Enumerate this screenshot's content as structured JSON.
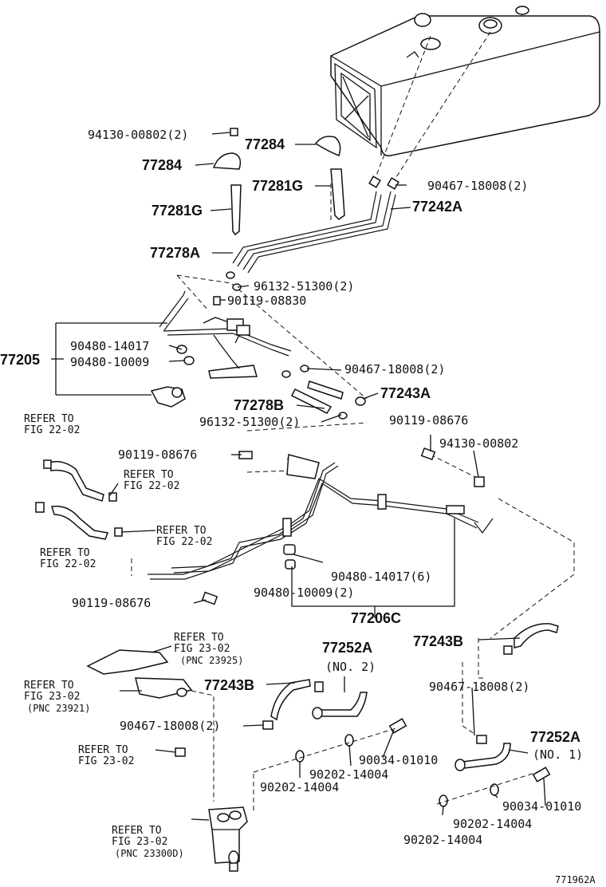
{
  "labels": {
    "p94130_00802_2": "94130-00802(2)",
    "p77284_a": "77284",
    "p77284_b": "77284",
    "p77281g_a": "77281G",
    "p77281g_b": "77281G",
    "p90467_18008_2_a": "90467-18008(2)",
    "p77242a": "77242A",
    "p77278a": "77278A",
    "p96132_51300_2_a": "96132-51300(2)",
    "p90119_08830": "90119-08830",
    "p90480_14017": "90480-14017",
    "p77205": "77205",
    "p90480_10009": "90480-10009",
    "p90467_18008_2_b": "90467-18008(2)",
    "p77243a": "77243A",
    "p77278b": "77278B",
    "p96132_51300_2_b": "96132-51300(2)",
    "p90119_08676_a": "90119-08676",
    "p94130_00802": "94130-00802",
    "p90119_08676_b": "90119-08676",
    "p90480_14017_6": "90480-14017(6)",
    "p90480_10009_2": "90480-10009(2)",
    "p77206c": "77206C",
    "p90119_08676_c": "90119-08676",
    "p77243b_a": "77243B",
    "p77252a_a": "77252A",
    "p77252a_a_no": "(NO. 2)",
    "p77243b_b": "77243B",
    "p90467_18008_2_c": "90467-18008(2)",
    "p90467_18008_2_d": "90467-18008(2)",
    "p77252a_b": "77252A",
    "p77252a_b_no": "(NO. 1)",
    "p90034_01010_a": "90034-01010",
    "p90202_14004_a": "90202-14004",
    "p90202_14004_b": "90202-14004",
    "p90034_01010_b": "90034-01010",
    "p90202_14004_c": "90202-14004",
    "p90202_14004_d": "90202-14004",
    "diagram_id": "771962A"
  },
  "refs": {
    "ref1_a": "REFER TO",
    "ref1_b": "FIG 22-02",
    "ref2_a": "REFER TO",
    "ref2_b": "FIG 22-02",
    "ref3_a": "REFER TO",
    "ref3_b": "FIG 22-02",
    "ref4_a": "REFER TO",
    "ref4_b": "FIG 22-02",
    "ref5_a": "REFER TO",
    "ref5_b": "FIG 23-02",
    "ref5_c": "(PNC 23925)",
    "ref6_a": "REFER TO",
    "ref6_b": "FIG 23-02",
    "ref6_c": "(PNC 23921)",
    "ref7_a": "REFER TO",
    "ref7_b": "FIG 23-02",
    "ref8_a": "REFER TO",
    "ref8_b": "FIG 23-02",
    "ref8_c": "(PNC 23300D)"
  }
}
